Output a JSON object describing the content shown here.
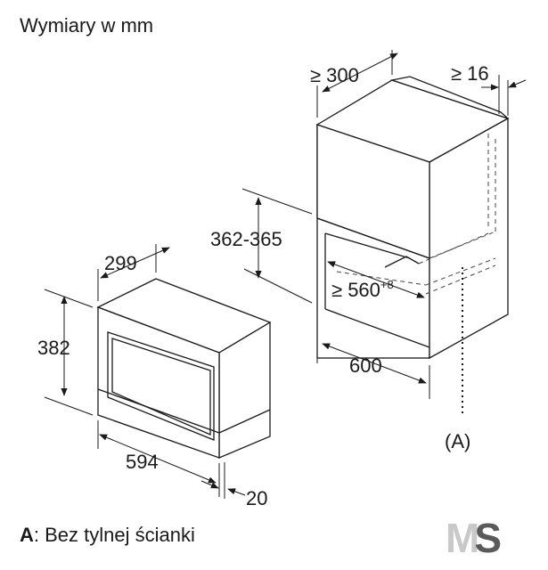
{
  "title": "Wymiary w mm",
  "dimensions": {
    "depth_min": "≥ 300",
    "gap_min": "≥ 16",
    "niche_height": "362-365",
    "depth_299": "299",
    "height_382": "382",
    "niche_width": "560",
    "niche_width_prefix": "≥ ",
    "niche_width_tolerance": "+8",
    "cabinet_width": "600",
    "appliance_width": "594",
    "front_thickness": "20"
  },
  "callout_label": "(A)",
  "footnote": {
    "key": "A",
    "text": ": Bez tylnej ścianki"
  },
  "logo": {
    "part1": "M",
    "part2": "S",
    "colors": {
      "part1": "#c9c9c9",
      "part2": "#5a5a5a"
    }
  }
}
